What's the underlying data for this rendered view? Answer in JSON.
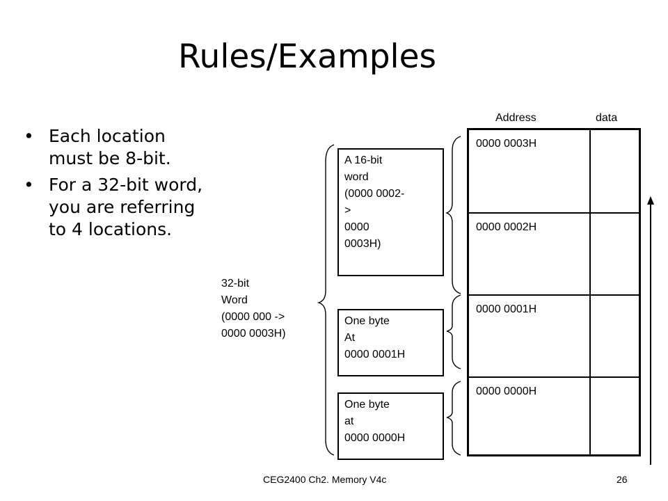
{
  "title": "Rules/Examples",
  "bullets": [
    "Each location must be 8-bit.",
    "For a 32-bit word, you are referring to 4 locations."
  ],
  "table": {
    "col_address": "Address",
    "col_data": "data",
    "rows": [
      "0000 0003H",
      "0000 0002H",
      "0000 0001H",
      "0000 0000H"
    ]
  },
  "callouts": {
    "word16": [
      "A 16-bit",
      "word",
      "(0000 0002-",
      ">",
      "0000",
      "0003H)"
    ],
    "byte1": [
      "One byte",
      "At",
      "0000 0001H"
    ],
    "byte0": [
      "One byte",
      "at",
      "0000 0000H"
    ]
  },
  "word32": [
    "32-bit",
    "Word",
    "(0000 000 ->",
    "0000 0003H)"
  ],
  "footer": {
    "course": "CEG2400 Ch2. Memory V4c",
    "page": "26"
  }
}
